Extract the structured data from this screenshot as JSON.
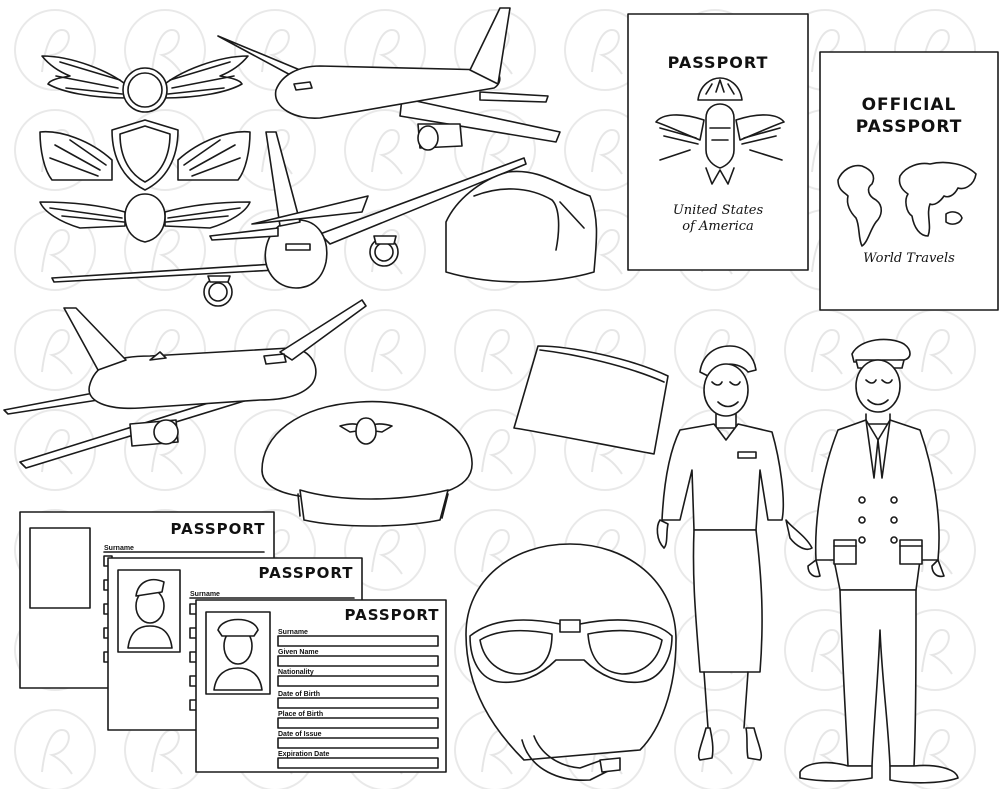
{
  "passport_usa": {
    "title": "PASSPORT",
    "line1": "United States",
    "line2": "of America"
  },
  "passport_official": {
    "title1": "OFFICIAL",
    "title2": "PASSPORT",
    "subtitle": "World Travels"
  },
  "id_card_back": {
    "title": "PASSPORT",
    "field": "Surname"
  },
  "id_card_middle": {
    "title": "PASSPORT",
    "field": "Surname"
  },
  "id_card_front": {
    "title": "PASSPORT",
    "fields": [
      "Surname",
      "Given Name",
      "Nationality",
      "Date of Birth",
      "Place of Birth",
      "Date of Issue",
      "Expiration Date"
    ]
  },
  "watermark": {
    "glyph": "R"
  },
  "line_color": "#1a1a1a"
}
